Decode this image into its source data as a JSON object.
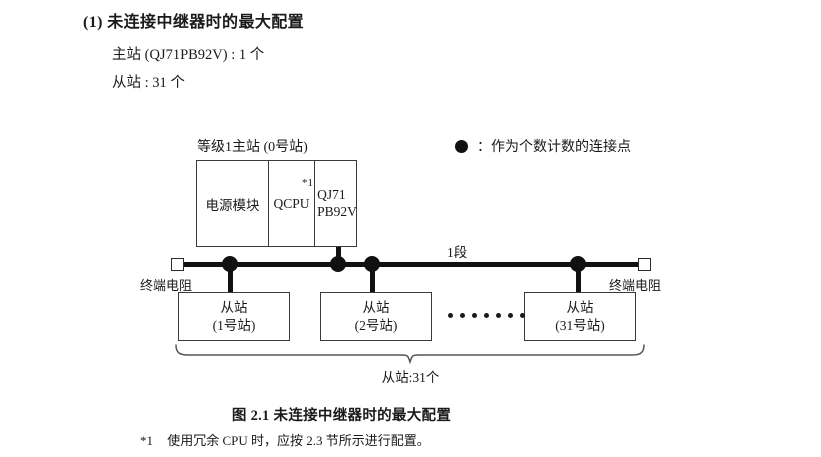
{
  "heading": {
    "title": "(1) 未连接中继器时的最大配置",
    "master_spec": "主站 (QJ71PB92V) : 1 个",
    "slave_spec": "从站 : 31 个"
  },
  "legend": {
    "symbol": "filled-circle",
    "separator": "：",
    "text": "作为个数计数的连接点"
  },
  "diagram": {
    "master": {
      "title": "等级1主站 (0号站)",
      "cells": [
        {
          "label": "电源模块",
          "name": "power-module"
        },
        {
          "label": "QCPU",
          "name": "qcpu",
          "footnote": "*1"
        },
        {
          "label": "QJ71\nPB92V",
          "name": "qj71pb92v",
          "line1": "QJ71",
          "line2": "PB92V"
        }
      ]
    },
    "bus": {
      "segment_label": "1段",
      "terminator_left": "终端电阻",
      "terminator_right": "终端电阻",
      "connection_dots": 4
    },
    "slaves": [
      {
        "line1": "从站",
        "line2": "(1号站)"
      },
      {
        "line1": "从站",
        "line2": "(2号站)"
      },
      {
        "line1": "从站",
        "line2": "(31号站)"
      }
    ],
    "ellipsis_count": 7,
    "brace_label": "从站:31个"
  },
  "caption": "图 2.1  未连接中继器时的最大配置",
  "footnote": {
    "mark": "*1",
    "text": "使用冗余 CPU 时，应按 2.3 节所示进行配置。"
  }
}
